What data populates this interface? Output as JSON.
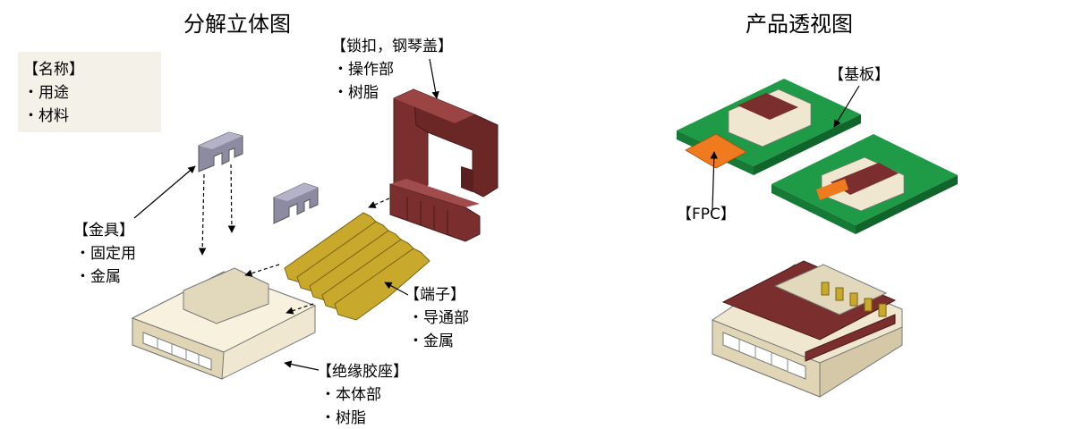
{
  "titles": {
    "exploded": "分解立体图",
    "perspective": "产品透视图"
  },
  "legend": {
    "name": "【名称】",
    "usage": "・用途",
    "material": "・材料"
  },
  "parts": {
    "lock": {
      "name": "【锁扣，钢琴盖】",
      "usage": "・操作部",
      "material": "・树脂"
    },
    "metal": {
      "name": "【金具】",
      "usage": "・固定用",
      "material": "・金属"
    },
    "terminal": {
      "name": "【端子】",
      "usage": "・导通部",
      "material": "・金属"
    },
    "housing": {
      "name": "【绝缘胶座】",
      "usage": "・本体部",
      "material": "・树脂"
    },
    "board": {
      "name": "【基板】"
    },
    "fpc": {
      "name": "【FPC】"
    }
  },
  "colors": {
    "lock": "#7b2e2e",
    "lock_dark": "#5a1f1f",
    "metal": "#8d8ba2",
    "terminal": "#c9a92c",
    "housing": "#efe7cf",
    "board": "#1f9a46",
    "fpc": "#f07a1e",
    "legend_bg": "#f4f1e8"
  }
}
